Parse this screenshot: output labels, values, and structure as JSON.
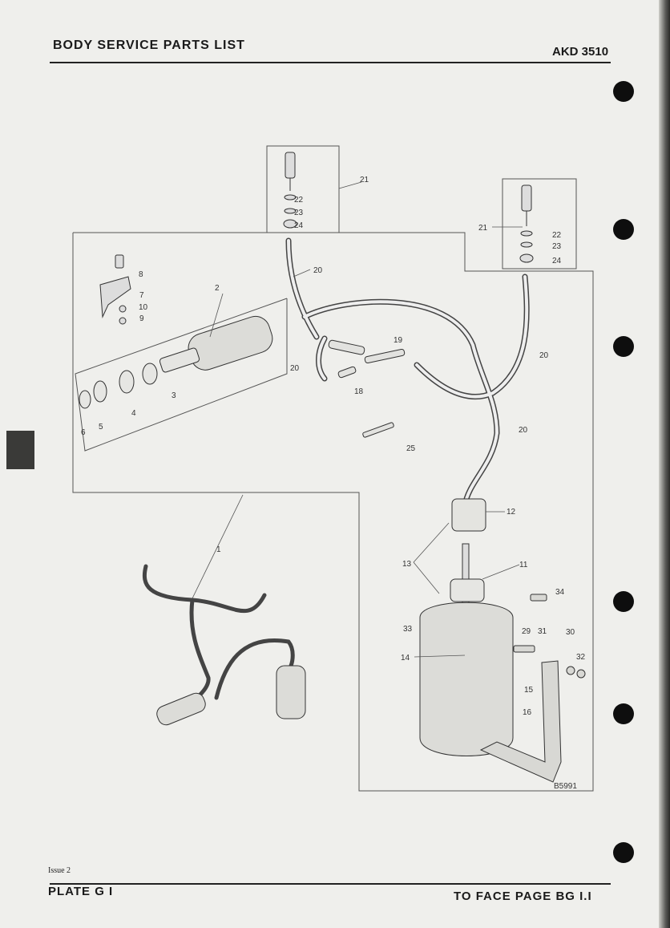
{
  "header": {
    "title": "BODY SERVICE PARTS LIST",
    "code": "AKD 3510"
  },
  "footer": {
    "issue": "Issue 2",
    "plate": "PLATE G I",
    "face_page": "TO FACE PAGE BG I.I"
  },
  "diagram": {
    "reference": "B5991",
    "callouts": {
      "c1": "1",
      "c2": "2",
      "c3": "3",
      "c4": "4",
      "c5": "5",
      "c6": "6",
      "c7": "7",
      "c8": "8",
      "c9": "9",
      "c10": "10",
      "c11": "11",
      "c12": "12",
      "c13": "13",
      "c14": "14",
      "c15": "15",
      "c16": "16",
      "c18": "18",
      "c19": "19",
      "c20": "20",
      "c21": "21",
      "c22": "22",
      "c23": "23",
      "c24": "24",
      "c25": "25",
      "c29": "29",
      "c30": "30",
      "c31": "31",
      "c32": "32",
      "c33": "33",
      "c34": "34"
    }
  }
}
